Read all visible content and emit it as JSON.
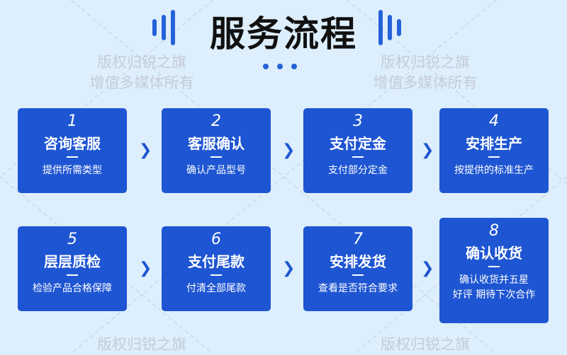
{
  "title": "服务流程",
  "watermark": {
    "line1": "版权归锐之旗",
    "line2": "增值多媒体所有"
  },
  "steps": [
    {
      "num": "1",
      "name": "咨询客服",
      "desc": "提供所需类型"
    },
    {
      "num": "2",
      "name": "客服确认",
      "desc": "确认产品型号"
    },
    {
      "num": "3",
      "name": "支付定金",
      "desc": "支付部分定金"
    },
    {
      "num": "4",
      "name": "安排生产",
      "desc": "按提供的标准生产"
    },
    {
      "num": "5",
      "name": "层层质检",
      "desc": "检验产品合格保障"
    },
    {
      "num": "6",
      "name": "支付尾款",
      "desc": "付清全部尾款"
    },
    {
      "num": "7",
      "name": "安排发货",
      "desc": "查看是否符合要求"
    },
    {
      "num": "8",
      "name": "确认收货",
      "desc": "确认收货并五星",
      "desc2": "好评 期待下次合作"
    }
  ],
  "colors": {
    "accent": "#1e55d2",
    "background": "#ddeefc"
  }
}
